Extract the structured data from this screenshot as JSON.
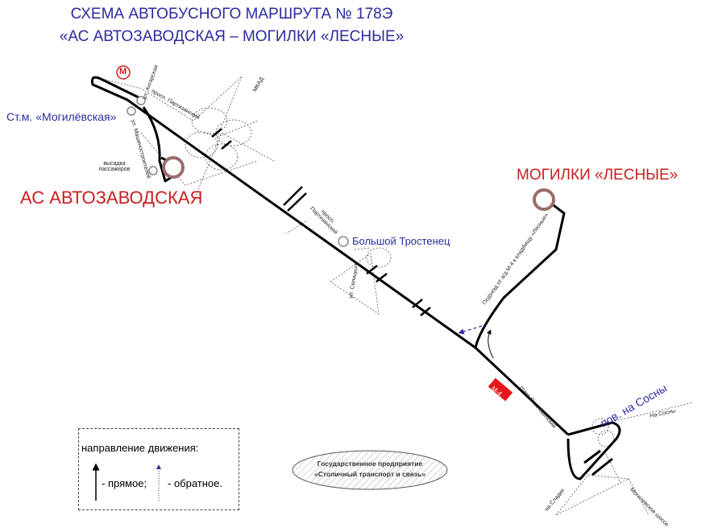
{
  "title": {
    "line1": "СХЕМА АВТОБУСНОГО МАРШРУТА № 178Э",
    "line2": "«АС АВТОЗАВОДСКАЯ – МОГИЛКИ «ЛЕСНЫЕ»"
  },
  "terminals": {
    "start": "АС АВТОЗАВОДСКАЯ",
    "end": "МОГИЛКИ «ЛЕСНЫЕ»"
  },
  "stops": {
    "metro_stop": "Ст.м. «Могилёвская»",
    "trostenets": "Большой Тростенец",
    "sosny_turn": "пов. на Сосны"
  },
  "metro_symbol": "М",
  "streets": {
    "angarskaya": "ул. Ангарская",
    "partizansky1": "просп. Партизанский",
    "mashinostroiteley": "ул. Машиностроителей",
    "mkad": "МКАД",
    "dropoff": "высадка пассажиров",
    "partizansky2": "просп. Партизанский",
    "selitskogo": "ул. Селицкого",
    "access_road": "Подъезд от а/д М-4 к кладбищу «Лесные»",
    "smilovichsky": "тракт Смиловичский",
    "m4": "М-4",
    "to_sosny": "На Сосны",
    "to_sladki": "на Сладки",
    "mogilev_hwy": "Могилевское шоссе"
  },
  "legend": {
    "heading": "направление движения:",
    "forward": "- прямое;",
    "backward": "- обратное."
  },
  "stamp": {
    "line1": "Государственное предприятие",
    "line2": "«Столичный транспорт и связь»"
  },
  "colors": {
    "route": "#000000",
    "terminal": "#9b6b6b",
    "title": "#2b2ba0",
    "terminal_label": "#c8201f",
    "m4_badge": "#e8161b"
  }
}
